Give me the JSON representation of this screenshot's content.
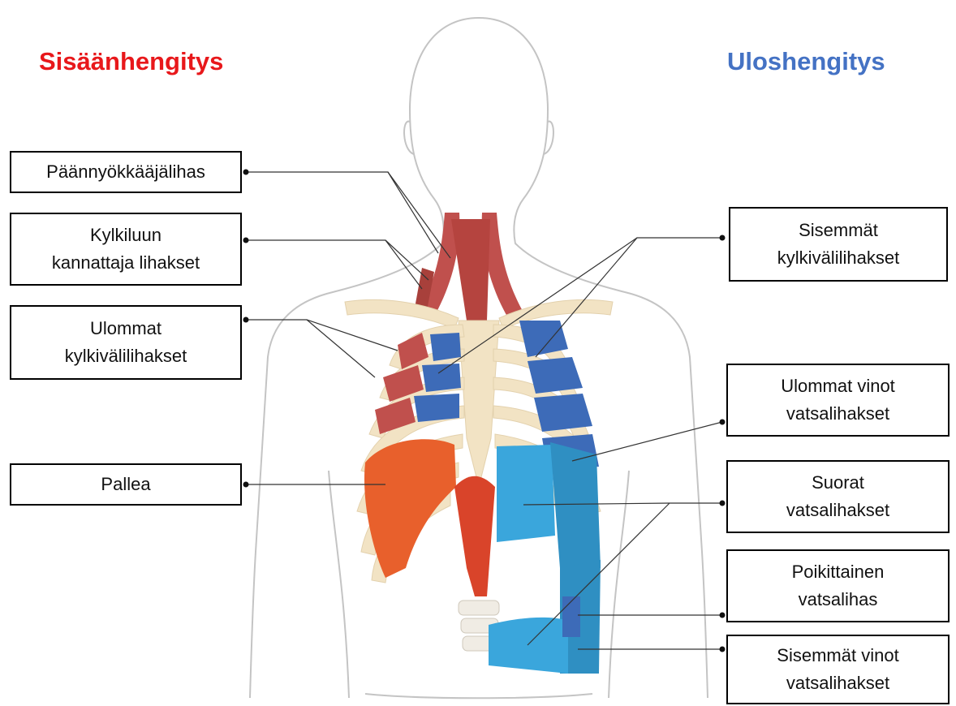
{
  "headings": {
    "inhale": "Sisäänhengitys",
    "exhale": "Uloshengitys"
  },
  "colors": {
    "inhale": "#e8181b",
    "exhale": "#4472c4",
    "muscle_red": "#c0504d",
    "diaphragm": "#e8602c",
    "blue_muscle": "#3d6bb8",
    "abdominal_blue": "#3aa6dc",
    "rib": "#f2e3c4",
    "outline": "#bdbdbd"
  },
  "labels": {
    "sternocleidomastoid": "Päännyökkääjälihas",
    "scalenes": [
      "Kylkiluun",
      "kannattaja lihakset"
    ],
    "external_intercostals": [
      "Ulommat",
      "kylkivälilihakset"
    ],
    "diaphragm": "Pallea",
    "internal_intercostals": [
      "Sisemmät",
      "kylkivälilihakset"
    ],
    "external_obliques": [
      "Ulommat vinot",
      "vatsalihakset"
    ],
    "rectus_abdominis": [
      "Suorat",
      "vatsalihakset"
    ],
    "transversus_abdominis": [
      "Poikittainen",
      "vatsalihas"
    ],
    "internal_obliques": [
      "Sisemmät vinot",
      "vatsalihakset"
    ]
  }
}
